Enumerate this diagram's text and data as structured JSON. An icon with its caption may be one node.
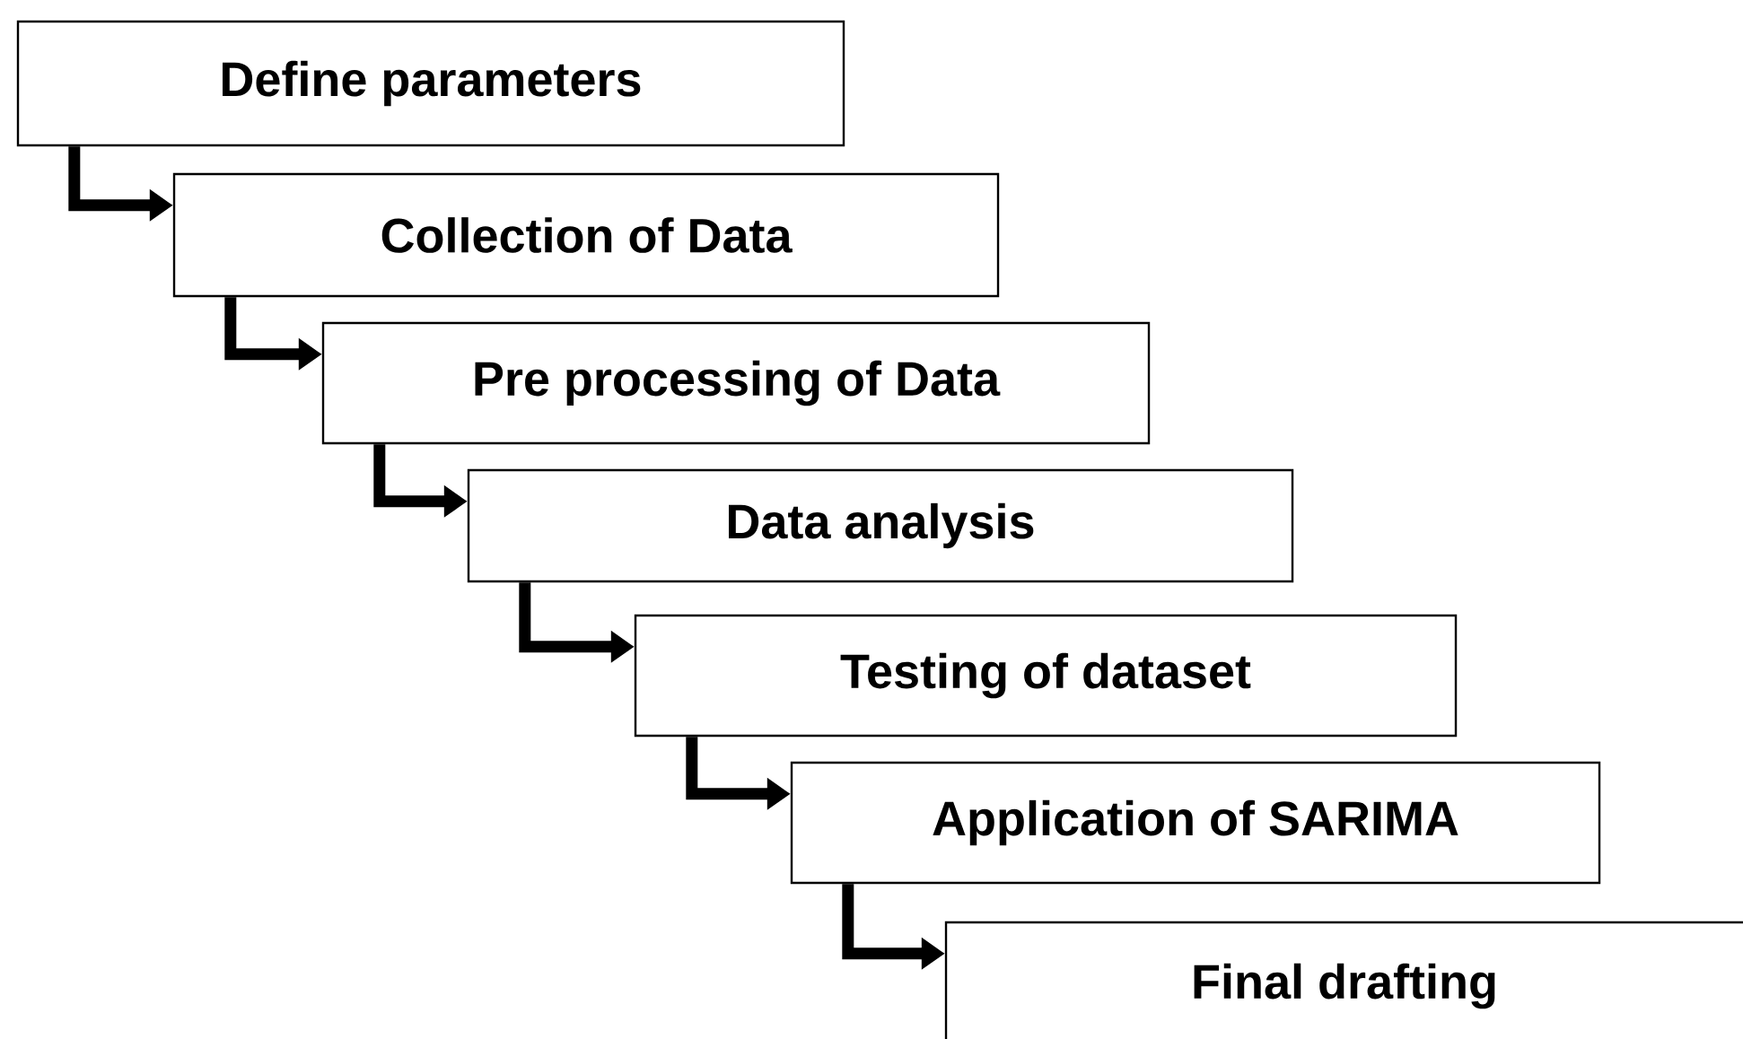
{
  "diagram": {
    "nodes": [
      {
        "text": [
          "Define parameters"
        ]
      },
      {
        "text": [
          "Collection of Data"
        ]
      },
      {
        "text": [
          "Pre processing of Data"
        ]
      },
      {
        "text": [
          "Data analysis"
        ]
      },
      {
        "text": [
          "Testing of dataset"
        ]
      },
      {
        "text": [
          "Application of SARIMA"
        ]
      },
      {
        "text": [
          "Final drafting"
        ]
      }
    ],
    "edges": [
      {
        "from": 0,
        "to": 1,
        "arrow": "to"
      },
      {
        "from": 1,
        "to": 2,
        "arrow": "to"
      },
      {
        "from": 2,
        "to": 3,
        "arrow": "to"
      },
      {
        "from": 3,
        "to": 4,
        "arrow": "to"
      },
      {
        "from": 4,
        "to": 5,
        "arrow": "to"
      },
      {
        "from": 5,
        "to": 6,
        "arrow": "to"
      }
    ]
  }
}
